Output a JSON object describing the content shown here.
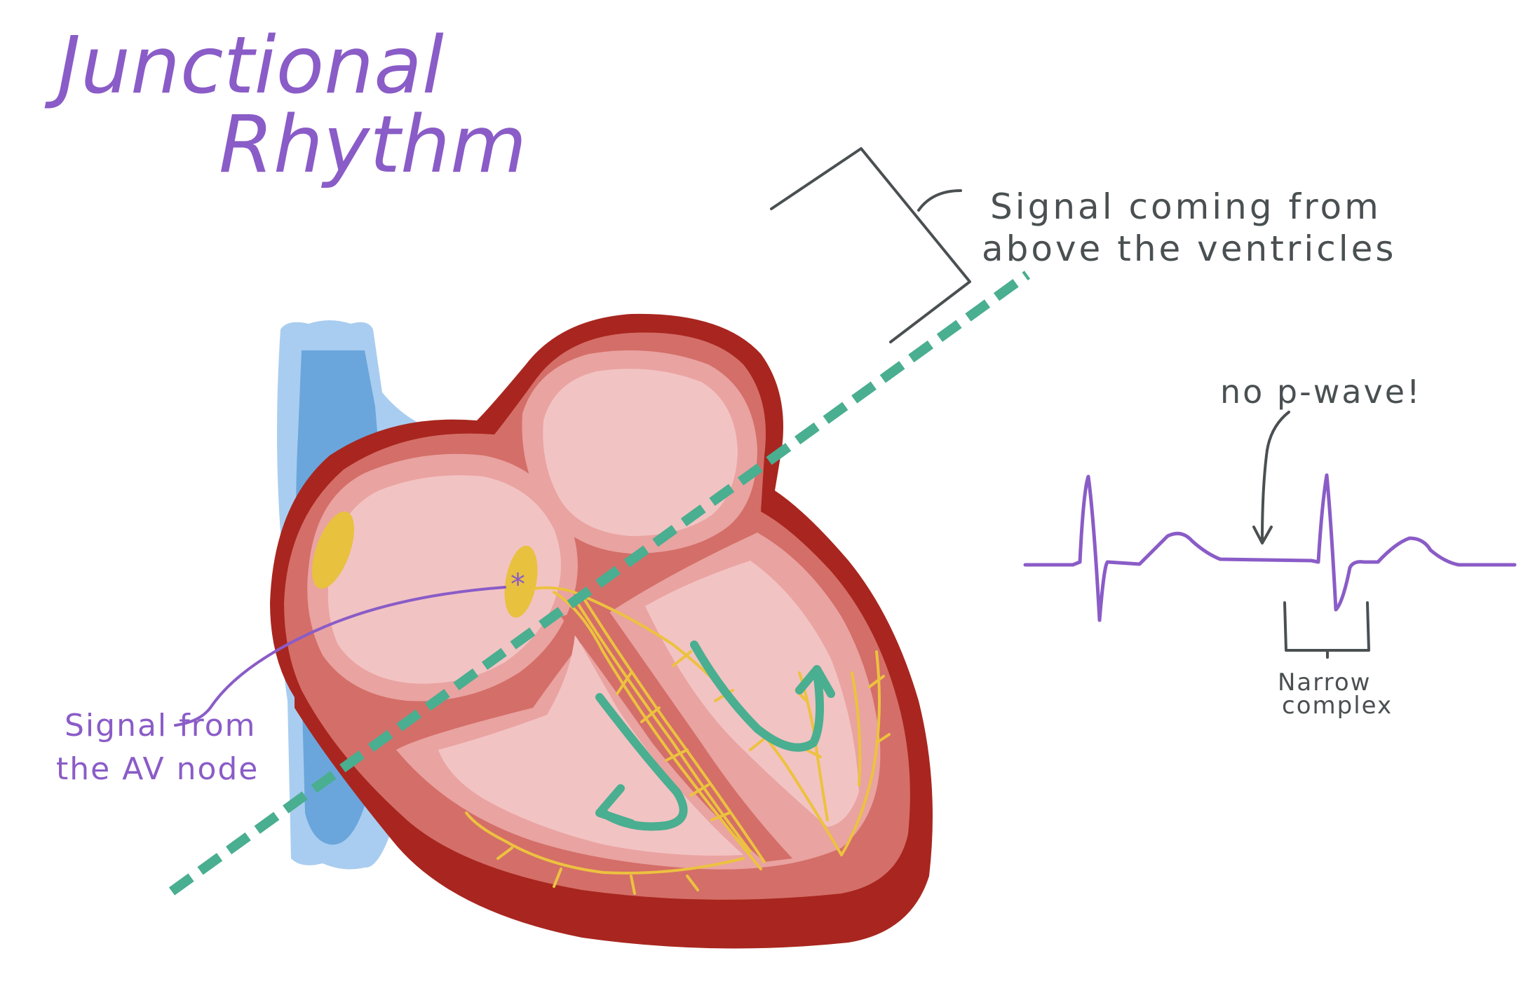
{
  "title": {
    "line1": "Junctional",
    "line2": "Rhythm"
  },
  "labels": {
    "signal_above": {
      "line1": "Signal coming from",
      "line2": "above the ventricles"
    },
    "signal_av": {
      "line1": "Signal from",
      "line2": "the AV node"
    },
    "no_p_wave": "no p-wave!",
    "narrow_complex": {
      "line1": "Narrow",
      "line2": "complex"
    }
  },
  "colors": {
    "title_purple": "#8a5cc7",
    "annotation_gray": "#4a5052",
    "vessel_light": "#a9cdf0",
    "vessel_mid": "#6aa6dc",
    "heart_outer": "#a8261f",
    "heart_wall": "#d46e68",
    "heart_inner": "#e9a3a1",
    "chamber": "#f2c3c3",
    "node_yellow": "#e8c13e",
    "conduction_yellow": "#ecc23f",
    "flow_teal": "#4aae90",
    "dashed_line": "#4aae90",
    "ecg_purple": "#8a5cc7"
  }
}
